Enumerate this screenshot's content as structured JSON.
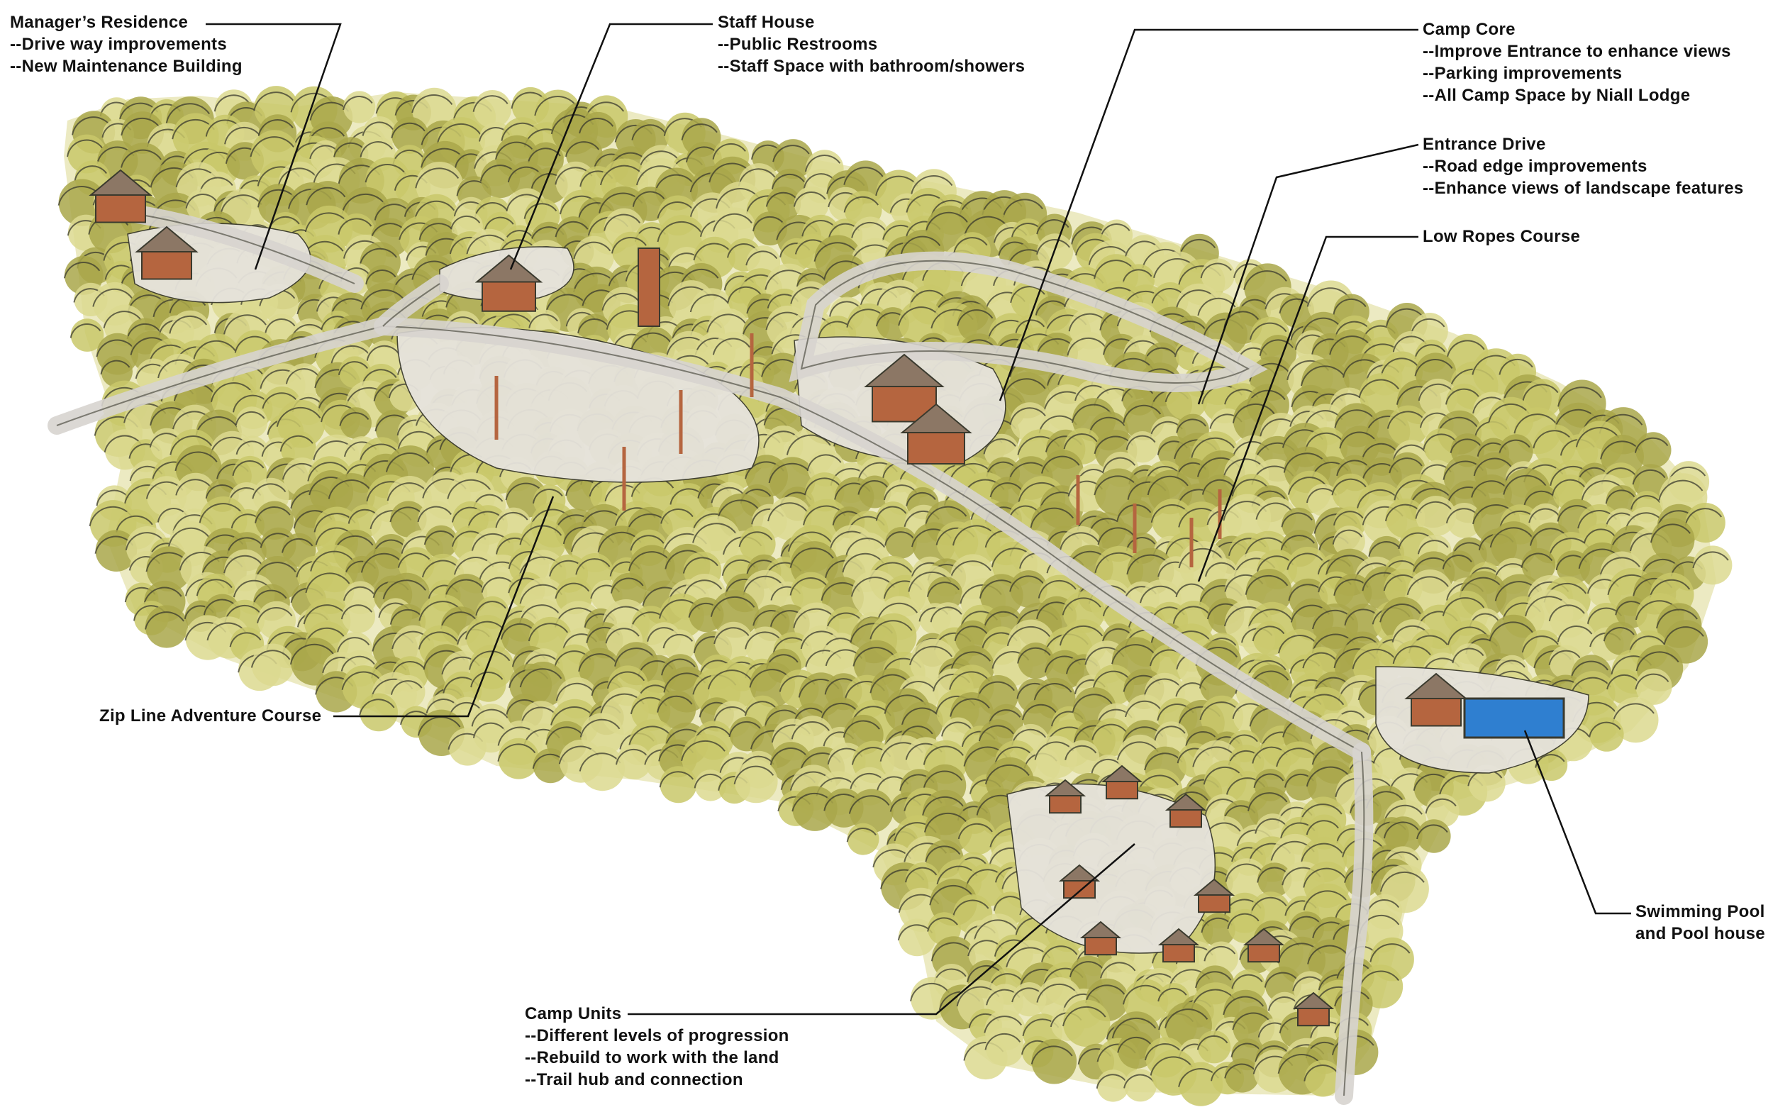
{
  "colors": {
    "tree_fill": "#c9c86a",
    "tree_fill_light": "#dcd98f",
    "tree_shadow": "#a9a74a",
    "tree_outline": "#3a3a2e",
    "clearing": "#e6e3dc",
    "road": "#d7d4cf",
    "building_roof": "#8c7765",
    "building_wall": "#b5653f",
    "pool_water": "#2f7fd0",
    "leader_line": "#111111"
  },
  "annotations": {
    "managers_residence": {
      "title": "Manager’s Residence",
      "items": [
        "--Drive way improvements",
        "--New Maintenance Building"
      ]
    },
    "staff_house": {
      "title": "Staff House",
      "items": [
        "--Public Restrooms",
        "--Staff Space with bathroom/showers"
      ]
    },
    "camp_core": {
      "title": "Camp Core",
      "items": [
        "--Improve Entrance to enhance views",
        "--Parking improvements",
        "--All Camp Space by Niall Lodge"
      ]
    },
    "entrance_drive": {
      "title": "Entrance Drive",
      "items": [
        "--Road edge improvements",
        "--Enhance views of landscape features"
      ]
    },
    "low_ropes": {
      "title": "Low Ropes Course",
      "items": []
    },
    "zip_line": {
      "title": "Zip Line Adventure Course",
      "items": []
    },
    "swimming_pool": {
      "title": "Swimming Pool",
      "items": [
        "and Pool house"
      ]
    },
    "camp_units": {
      "title": "Camp Units",
      "items": [
        "--Different levels of progression",
        "--Rebuild to work with the land",
        "--Trail hub and connection"
      ]
    }
  }
}
